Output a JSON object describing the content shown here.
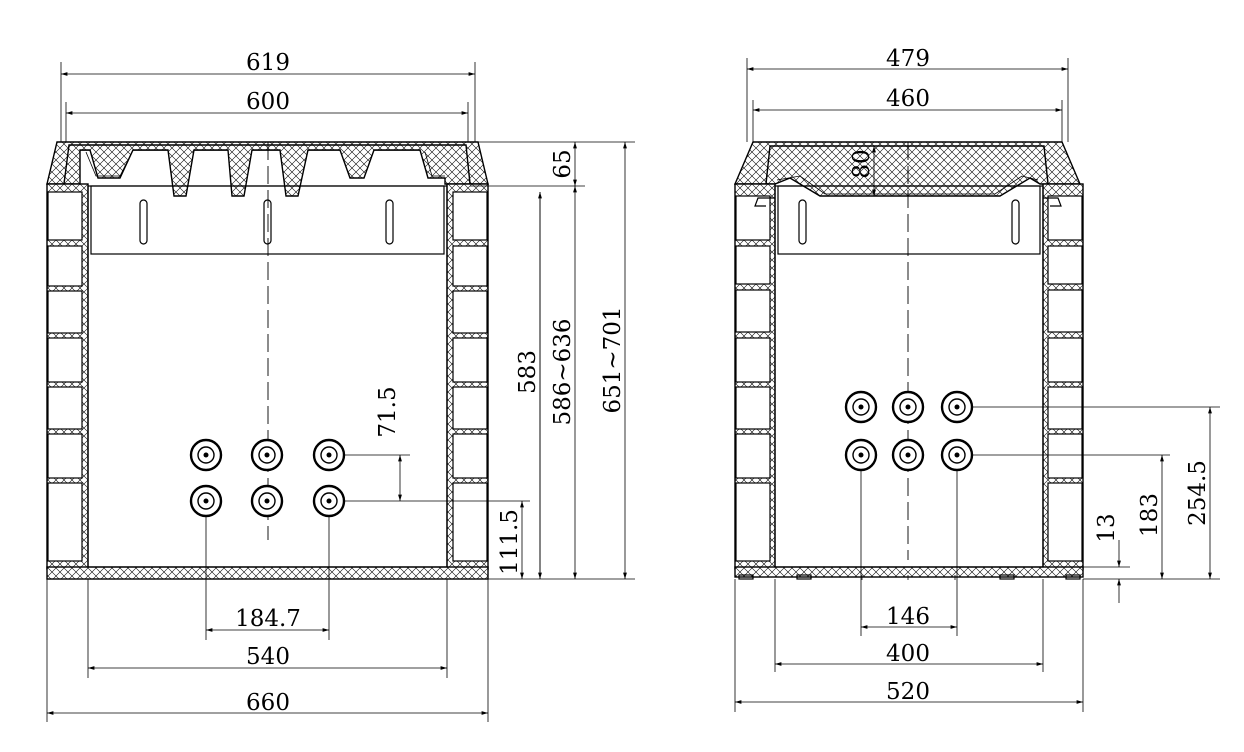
{
  "left_view": {
    "dim_top_outer": "619",
    "dim_top_inner": "600",
    "dim_cover_height": "65",
    "dim_height_583": "583",
    "dim_height_range_a": "586~636",
    "dim_height_range_b": "651~701",
    "dim_hole_spacing_v": "71.5",
    "dim_hole_bottom": "111.5",
    "dim_hole_spacing_h": "184.7",
    "dim_bottom_inner": "540",
    "dim_bottom_outer": "660"
  },
  "right_view": {
    "dim_top_outer": "479",
    "dim_top_inner": "460",
    "dim_cover_depth": "80",
    "dim_base_13": "13",
    "dim_hole_low": "183",
    "dim_hole_high": "254.5",
    "dim_hole_spacing_h": "146",
    "dim_bottom_inner": "400",
    "dim_bottom_outer": "520"
  }
}
